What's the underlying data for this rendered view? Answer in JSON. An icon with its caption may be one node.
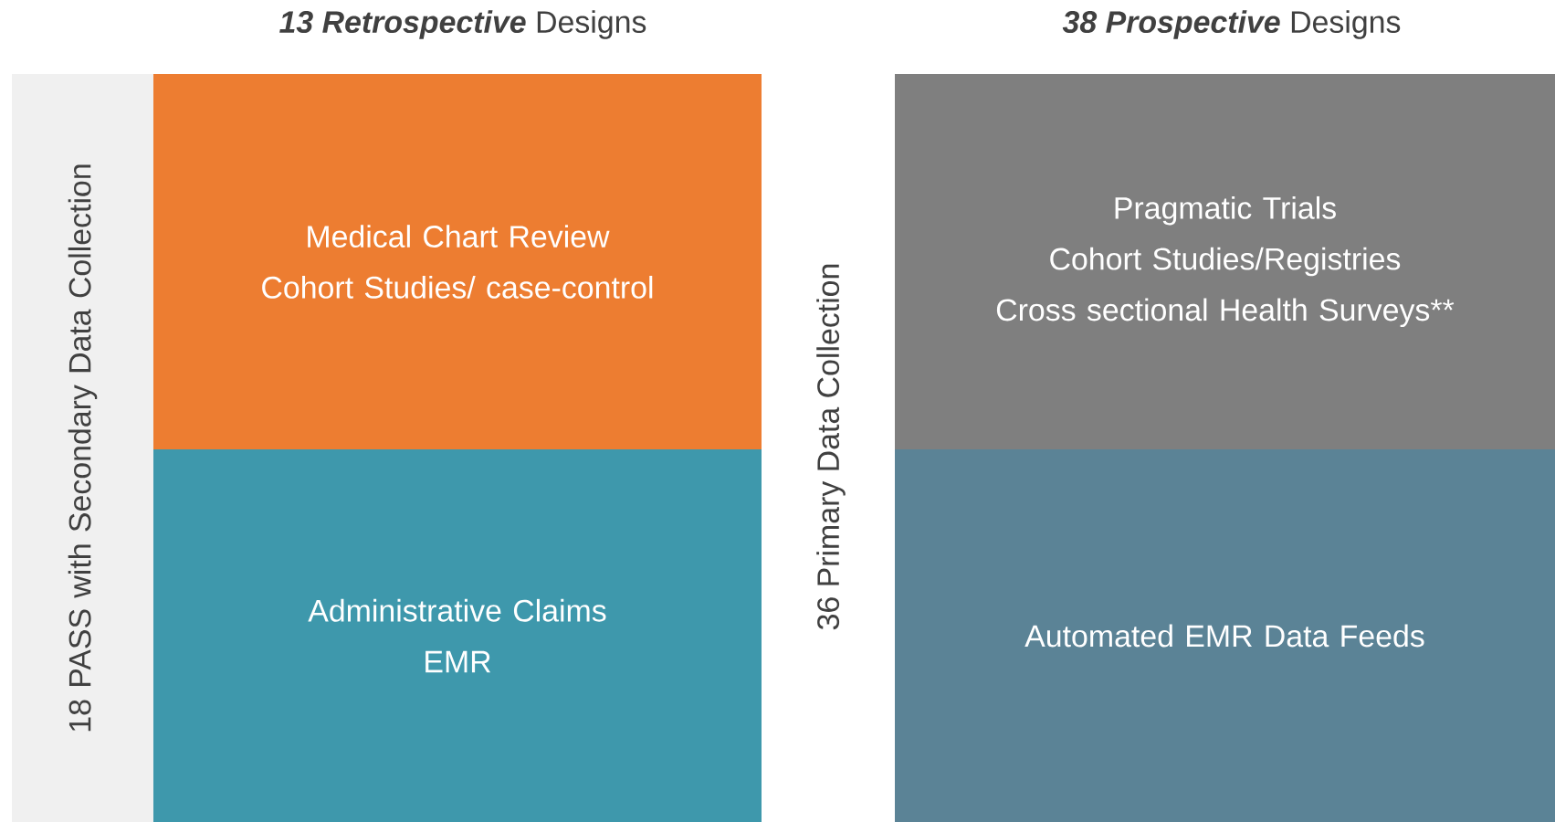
{
  "diagram": {
    "nodes": [
      {
        "text": [
          "18 PASS with Secondary Data Collection"
        ]
      },
      {
        "text": [
          "Medical Chart Review",
          "Cohort Studies/ case-control"
        ]
      },
      {
        "text": [
          "Administrative Claims",
          "EMR"
        ]
      },
      {
        "text": [
          "Pragmatic Trials",
          "Cohort Studies/Registries",
          "Cross sectional Health Surveys**"
        ]
      },
      {
        "text": [
          "Automated EMR Data Feeds"
        ]
      }
    ],
    "labels": [
      "**13 Retrospective** Designs",
      "**38 Prospective** Designs",
      "36 Primary Data Collection"
    ]
  }
}
